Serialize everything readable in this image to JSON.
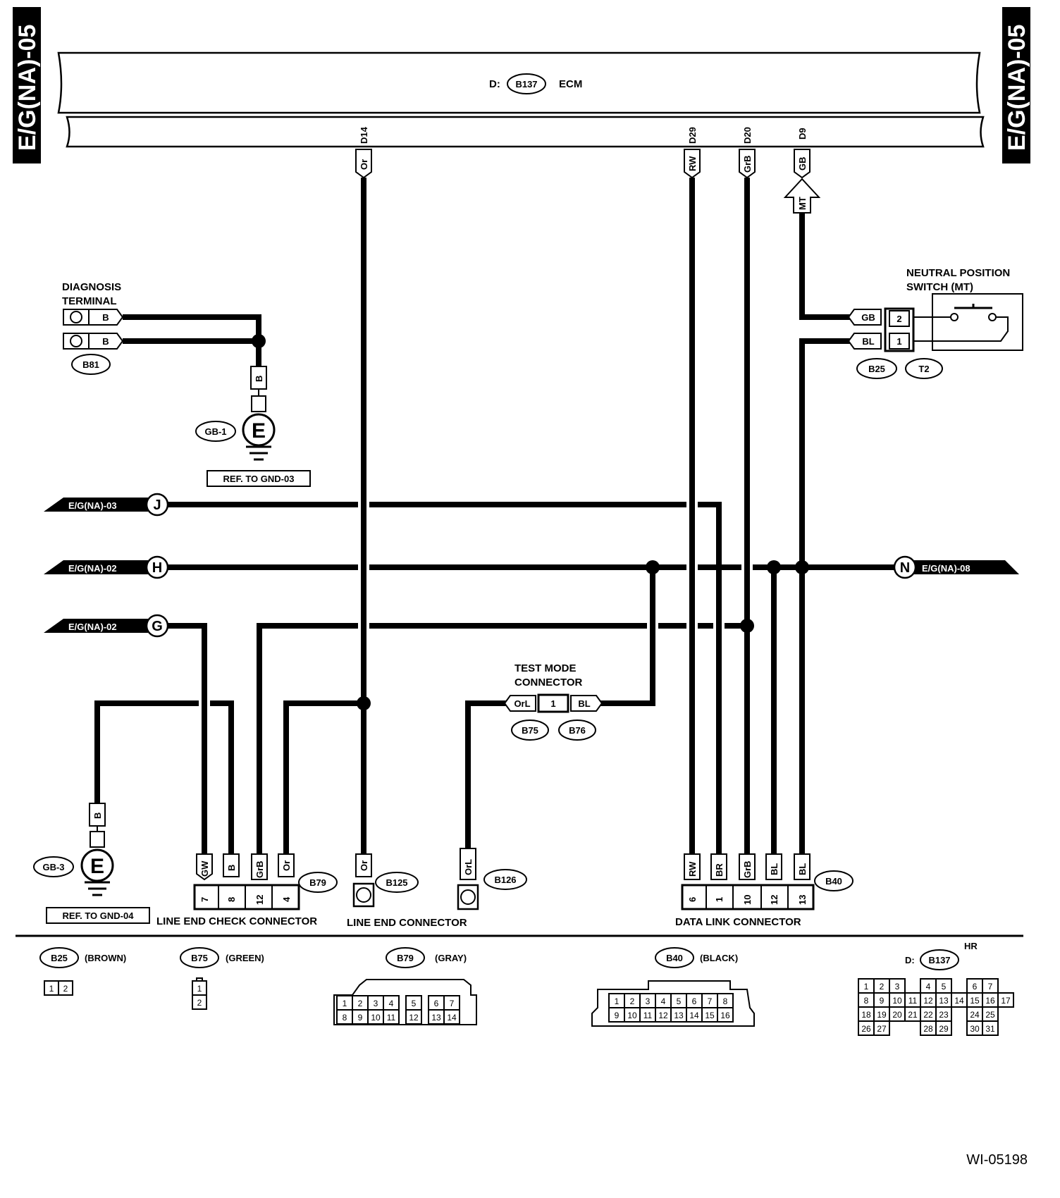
{
  "page_tags": {
    "left": "E/G(NA)-05",
    "right": "E/G(NA)-05"
  },
  "ecm": {
    "prefix": "D:",
    "connector": "B137",
    "name": "ECM"
  },
  "ecm_pins": [
    {
      "pin": "D14",
      "wire": "Or"
    },
    {
      "pin": "D29",
      "wire": "RW"
    },
    {
      "pin": "D20",
      "wire": "GrB"
    },
    {
      "pin": "D9",
      "wire": "GB"
    }
  ],
  "mt_arrow": "MT",
  "diagnosis_terminal": {
    "title_line1": "DIAGNOSIS",
    "title_line2": "TERMINAL",
    "wire1": "B",
    "wire2": "B",
    "connector": "B81"
  },
  "ground_gb1": {
    "label": "GB-1",
    "wire": "B",
    "symbol": "E",
    "ref": "REF. TO GND-03"
  },
  "ground_gb3": {
    "label": "GB-3",
    "wire": "B",
    "symbol": "E",
    "ref": "REF. TO GND-04"
  },
  "neutral_switch": {
    "title_line1": "NEUTRAL POSITION",
    "title_line2": "SWITCH (MT)",
    "wire1": "GB",
    "pin1": "2",
    "wire2": "BL",
    "pin2": "1",
    "connector1": "B25",
    "connector2": "T2"
  },
  "off_page": [
    {
      "ref": "E/G(NA)-03",
      "letter": "J"
    },
    {
      "ref": "E/G(NA)-02",
      "letter": "H"
    },
    {
      "ref": "E/G(NA)-02",
      "letter": "G"
    },
    {
      "ref": "E/G(NA)-08",
      "letter": "N"
    }
  ],
  "test_mode": {
    "title_line1": "TEST MODE",
    "title_line2": "CONNECTOR",
    "wire_left": "OrL",
    "pin": "1",
    "wire_right": "BL",
    "connector_left": "B75",
    "connector_right": "B76"
  },
  "line_end_check": {
    "name": "LINE END CHECK CONNECTOR",
    "connector": "B79",
    "wires": [
      "GW",
      "B",
      "GrB",
      "Or"
    ],
    "pins": [
      "7",
      "8",
      "12",
      "4"
    ]
  },
  "line_end": {
    "name": "LINE END CONNECTOR",
    "wire": "Or",
    "connector": "B125"
  },
  "b126": {
    "wire": "OrL",
    "connector": "B126"
  },
  "data_link": {
    "name": "DATA LINK CONNECTOR",
    "connector": "B40",
    "wires": [
      "RW",
      "BR",
      "GrB",
      "BL",
      "BL"
    ],
    "pins": [
      "6",
      "1",
      "10",
      "12",
      "13"
    ]
  },
  "legend": {
    "b25": {
      "connector": "B25",
      "color": "(BROWN)",
      "pins": [
        "1",
        "2"
      ]
    },
    "b75": {
      "connector": "B75",
      "color": "(GREEN)",
      "pins": [
        "1",
        "2"
      ]
    },
    "b79": {
      "connector": "B79",
      "color": "(GRAY)",
      "row1": [
        "1",
        "2",
        "3",
        "4",
        "5",
        "6",
        "7"
      ],
      "row2": [
        "8",
        "9",
        "10",
        "11",
        "12",
        "13",
        "14"
      ]
    },
    "b40": {
      "connector": "B40",
      "color": "(BLACK)",
      "row1": [
        "1",
        "2",
        "3",
        "4",
        "5",
        "6",
        "7",
        "8"
      ],
      "row2": [
        "9",
        "10",
        "11",
        "12",
        "13",
        "14",
        "15",
        "16"
      ]
    },
    "b137": {
      "prefix": "D:",
      "connector": "B137",
      "tag": "HR",
      "row1": [
        "1",
        "2",
        "3",
        "",
        "4",
        "5",
        "",
        "6",
        "7"
      ],
      "row2": [
        "8",
        "9",
        "10",
        "11",
        "12",
        "13",
        "14",
        "15",
        "16",
        "17"
      ],
      "row3": [
        "18",
        "19",
        "20",
        "21",
        "22",
        "23",
        "",
        "24",
        "25"
      ],
      "row4": [
        "26",
        "27",
        "",
        "",
        "28",
        "29",
        "",
        "30",
        "31"
      ]
    }
  },
  "figure_id": "WI-05198"
}
